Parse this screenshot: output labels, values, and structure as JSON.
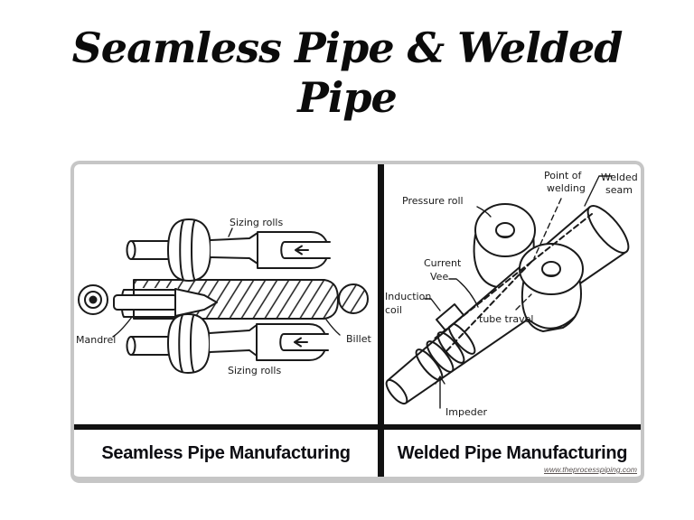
{
  "title": {
    "line1": "Seamless Pipe & Welded",
    "line2": "Pipe"
  },
  "figure": {
    "seamless": {
      "caption": "Seamless Pipe Manufacturing",
      "labels": {
        "sizing_rolls_top": "Sizing rolls",
        "mandrel": "Mandrel",
        "billet": "Billet",
        "sizing_rolls_bottom": "Sizing rolls"
      }
    },
    "welded": {
      "caption": "Welded Pipe Manufacturing",
      "source": "www.theprocesspiping.com",
      "labels": {
        "pressure_roll": "Pressure roll",
        "point_of_welding_1": "Point of",
        "point_of_welding_2": "welding",
        "welded_seam_1": "Welded",
        "welded_seam_2": "seam",
        "current_vee_1": "Current",
        "current_vee_2": "Vee",
        "induction_coil_1": "Induction",
        "induction_coil_2": "coil",
        "tube_travel": "tube travel",
        "impeder": "Impeder"
      }
    },
    "colors": {
      "ink": "#1a1a1a",
      "frame_border": "#c6c6c6",
      "divider": "#111111",
      "caption_text": "#0d0d12",
      "source_text": "#5a5352"
    }
  }
}
